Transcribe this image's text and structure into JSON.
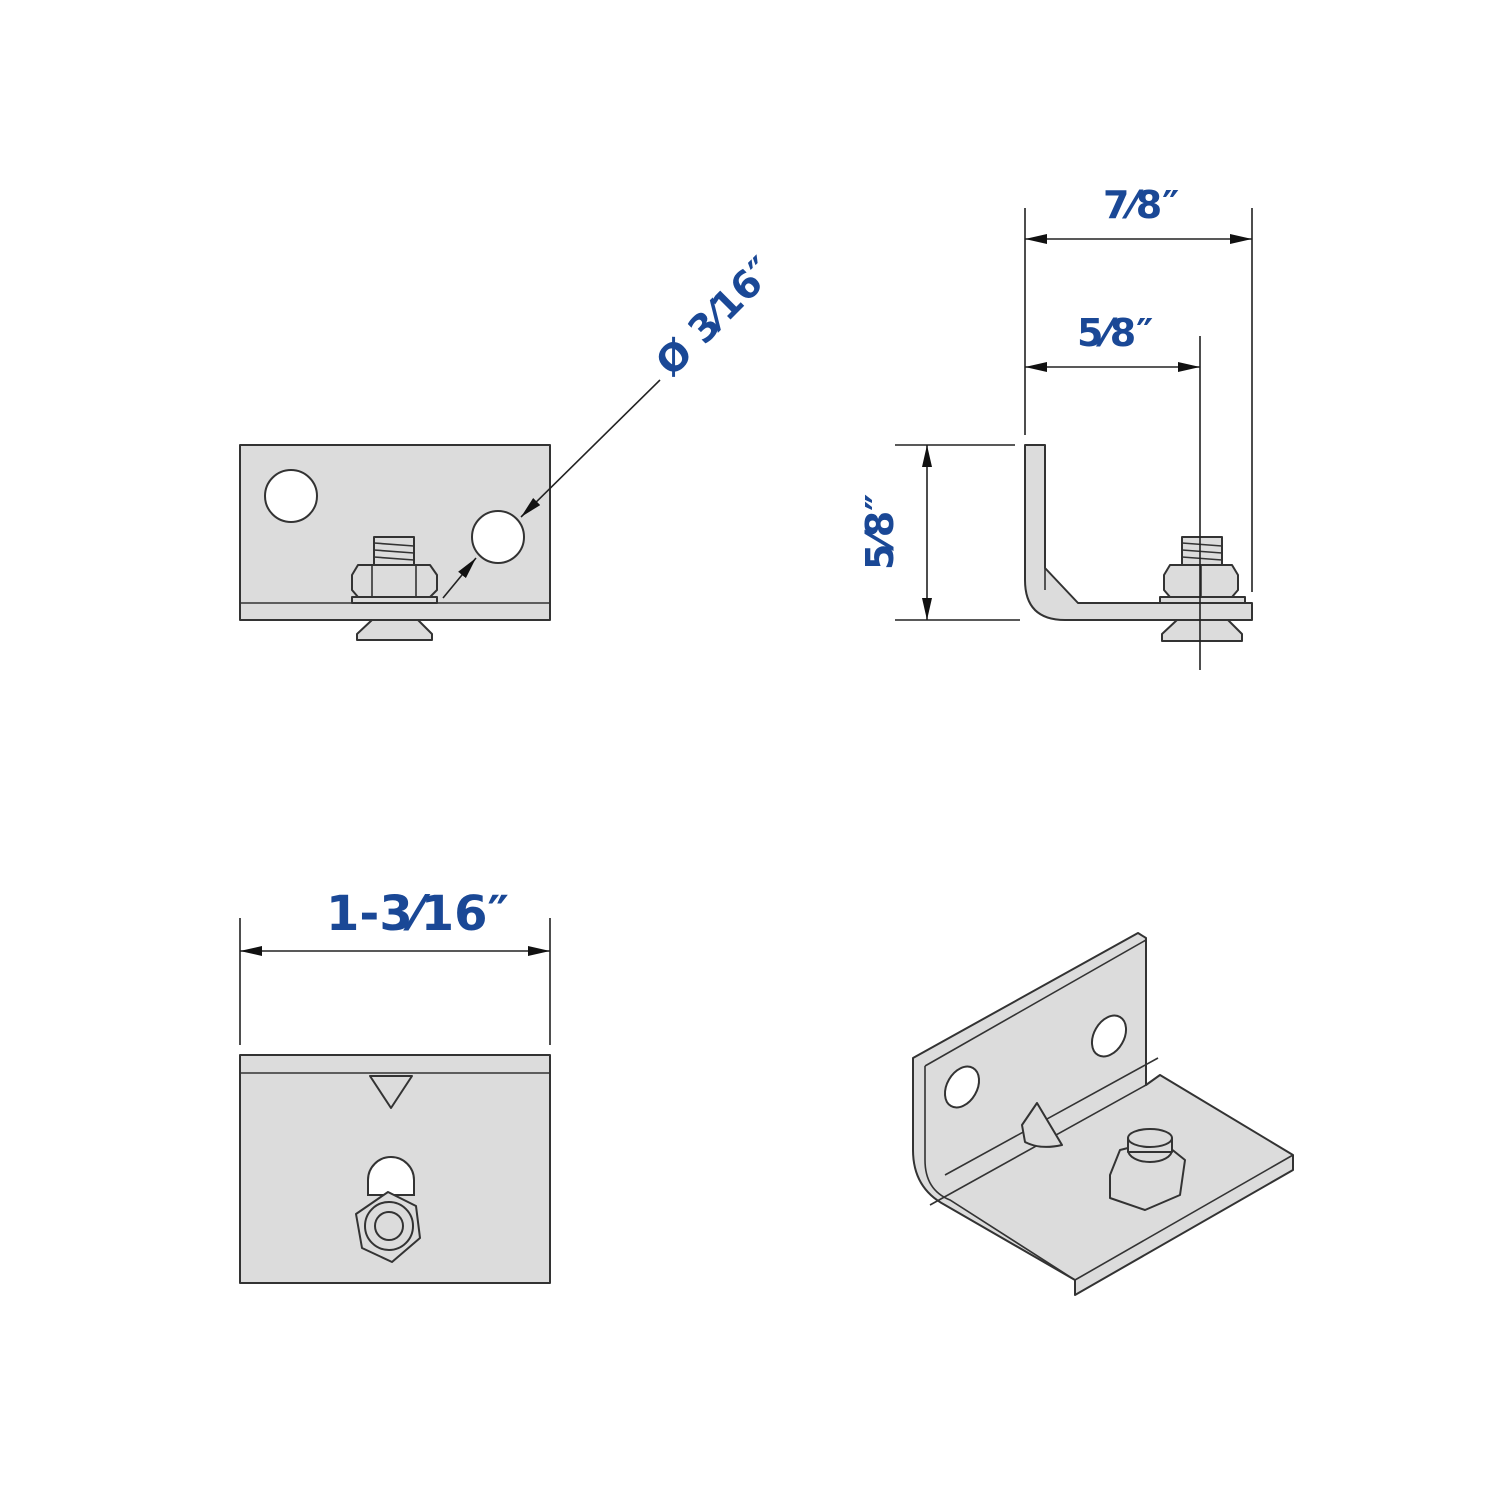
{
  "dimensions": {
    "hole_diameter": "Ø 3⁄16″",
    "overall_depth": "7⁄8″",
    "bolt_offset": "5⁄8″",
    "height": "5⁄8″",
    "width": "1-3⁄16″"
  },
  "colors": {
    "label": "#1a4896",
    "part_fill": "#dcdcdc",
    "outline": "#333333"
  }
}
